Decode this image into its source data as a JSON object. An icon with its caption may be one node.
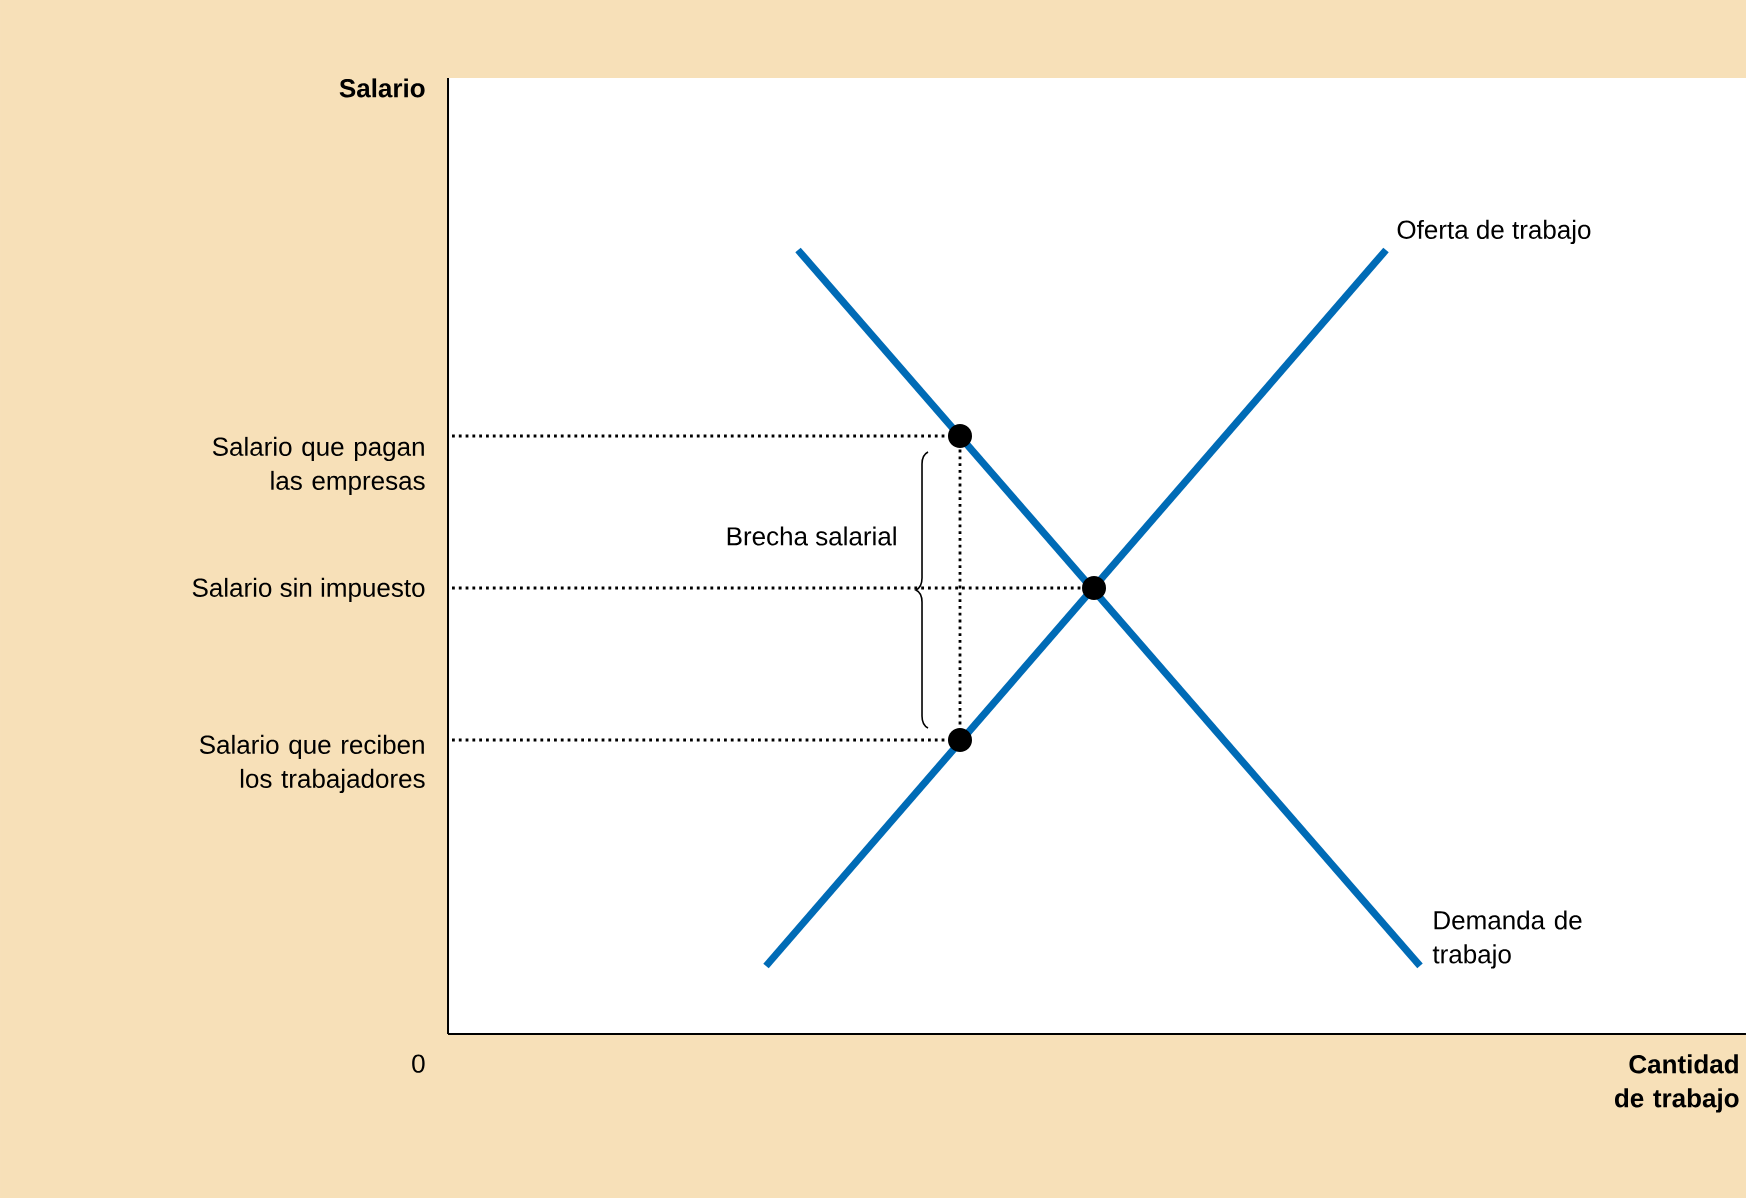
{
  "diagram": {
    "labels": [
      "Salario",
      "Cantidad de trabajo",
      "0",
      "Oferta de trabajo",
      "Demanda de trabajo",
      "Salario que pagan las empresas",
      "Salario sin impuesto",
      "Salario que reciben los trabajadores",
      "Brecha salarial"
    ]
  }
}
